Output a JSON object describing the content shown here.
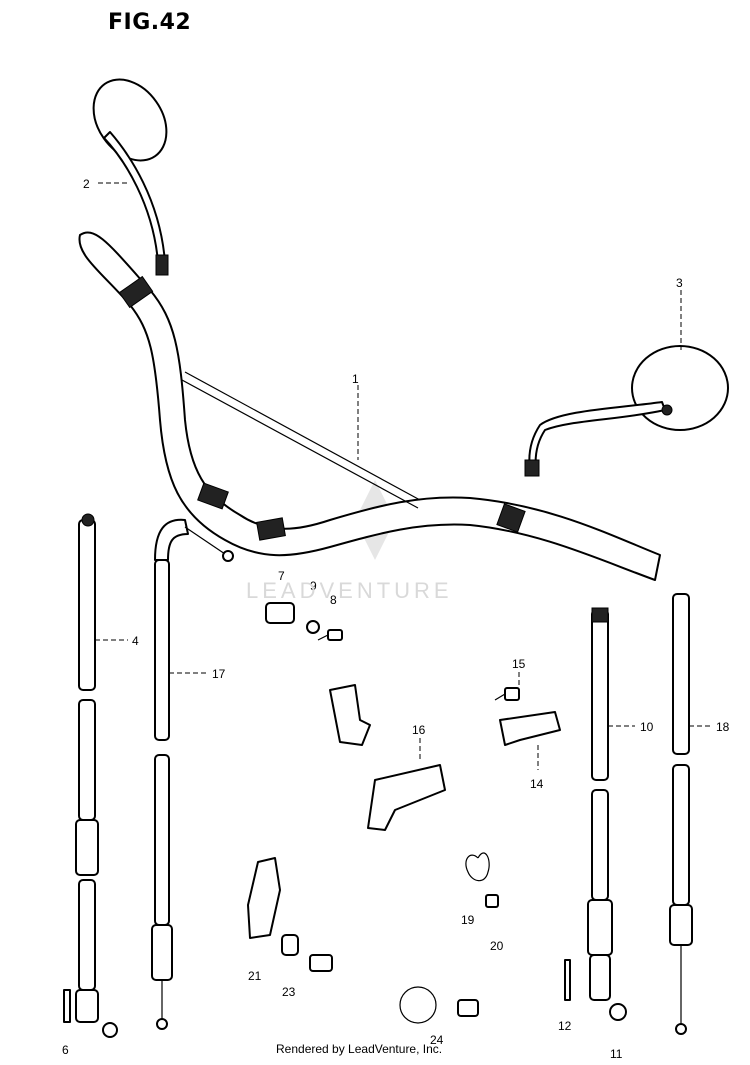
{
  "figure": {
    "title": "FIG.42",
    "footer": "Rendered by LeadVenture, Inc.",
    "watermark": "LEADVENTURE"
  },
  "callouts": [
    {
      "id": "c1",
      "text": "1"
    },
    {
      "id": "c2",
      "text": "2"
    },
    {
      "id": "c3",
      "text": "3"
    },
    {
      "id": "c4",
      "text": "4"
    },
    {
      "id": "c6",
      "text": "6"
    },
    {
      "id": "c7",
      "text": "7"
    },
    {
      "id": "c8",
      "text": "8"
    },
    {
      "id": "c9",
      "text": "9"
    },
    {
      "id": "c10",
      "text": "10"
    },
    {
      "id": "c11",
      "text": "11"
    },
    {
      "id": "c12",
      "text": "12"
    },
    {
      "id": "c14",
      "text": "14"
    },
    {
      "id": "c15",
      "text": "15"
    },
    {
      "id": "c16",
      "text": "16"
    },
    {
      "id": "c17",
      "text": "17"
    },
    {
      "id": "c18",
      "text": "18"
    },
    {
      "id": "c19",
      "text": "19"
    },
    {
      "id": "c20",
      "text": "20"
    },
    {
      "id": "c21",
      "text": "21"
    },
    {
      "id": "c23",
      "text": "23"
    },
    {
      "id": "c24",
      "text": "24"
    }
  ]
}
